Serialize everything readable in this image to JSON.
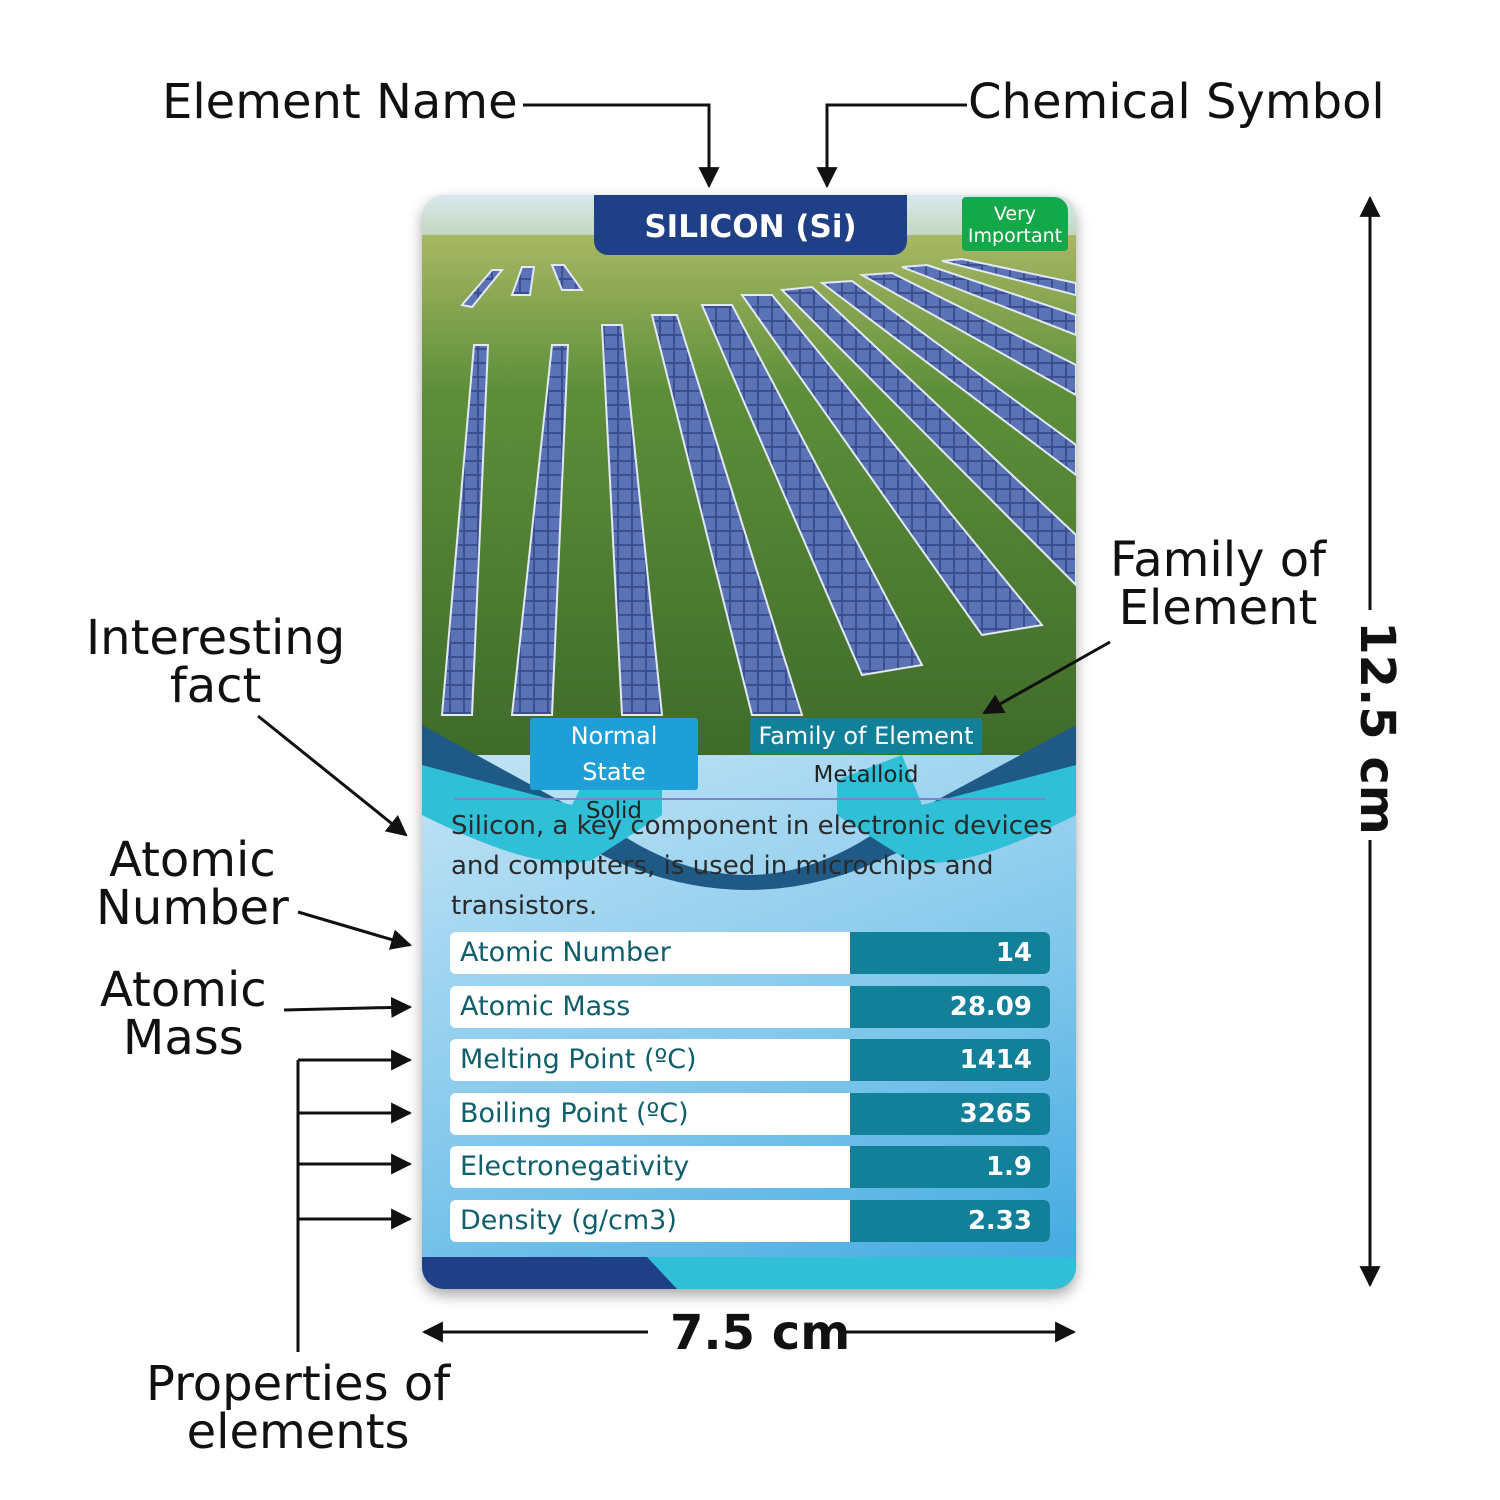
{
  "annotations": {
    "element_name": "Element Name",
    "chemical_symbol": "Chemical Symbol",
    "interesting_fact": [
      "Interesting",
      "fact"
    ],
    "atomic_number": [
      "Atomic",
      "Number"
    ],
    "atomic_mass": [
      "Atomic",
      "Mass"
    ],
    "family_of_element": [
      "Family of",
      "Element"
    ],
    "properties_of_elements": [
      "Properties of",
      "elements"
    ]
  },
  "dimensions": {
    "height": "12.5 cm",
    "width": "7.5 cm"
  },
  "card": {
    "title": "SILICON (Si)",
    "badge": [
      "Very",
      "Important"
    ],
    "normal_state": {
      "label": "Normal State",
      "value": "Solid"
    },
    "family": {
      "label": "Family of Element",
      "value": "Metalloid"
    },
    "fact": "Silicon, a key component in electronic devices and computers, is used in microchips and transistors.",
    "properties": [
      {
        "name": "Atomic Number",
        "value": "14"
      },
      {
        "name": "Atomic Mass",
        "value": "28.09"
      },
      {
        "name": "Melting Point (ºC)",
        "value": "1414"
      },
      {
        "name": "Boiling Point (ºC)",
        "value": "3265"
      },
      {
        "name": "Electronegativity",
        "value": "1.9"
      },
      {
        "name": "Density (g/cm3)",
        "value": "2.33"
      }
    ]
  },
  "colors": {
    "navy": "#1f3f86",
    "teal": "#13809a",
    "cyan": "#2fbfd6",
    "green_badge": "#13a84a",
    "label_blue": "#1e9fd8"
  }
}
